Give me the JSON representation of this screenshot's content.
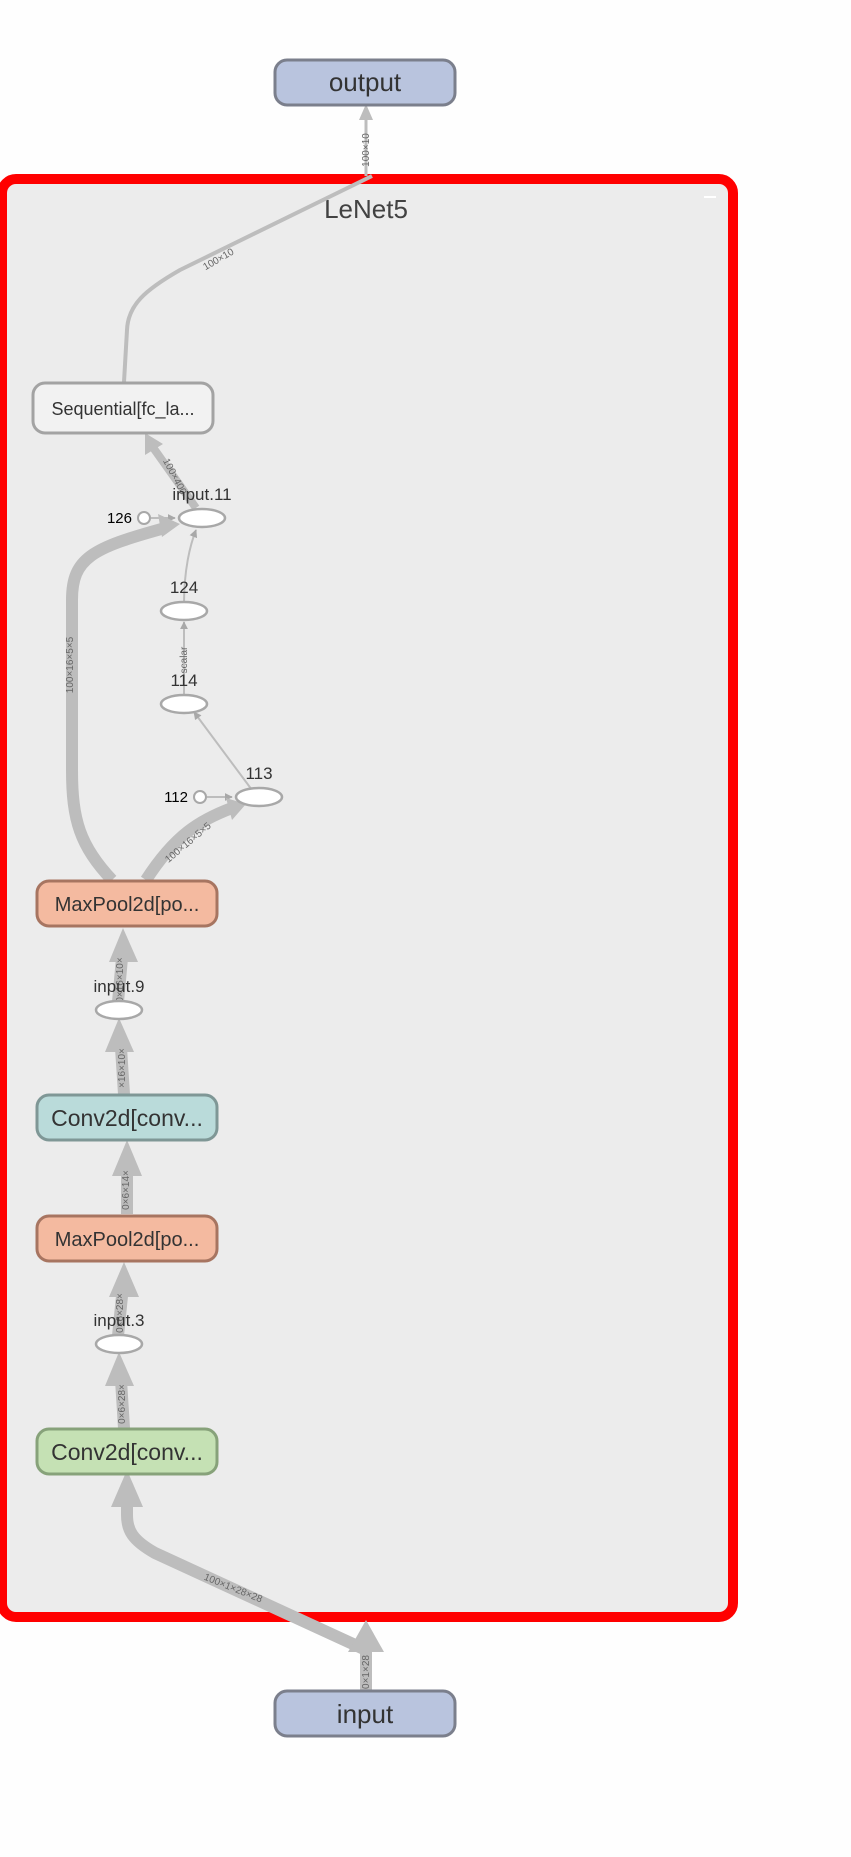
{
  "graph": {
    "scope_title": "LeNet5",
    "nodes": {
      "output": "output",
      "input": "input",
      "sequential": "Sequential[fc_la...",
      "maxpool_2": "MaxPool2d[po...",
      "conv_2": "Conv2d[conv...",
      "maxpool_1": "MaxPool2d[po...",
      "conv_1": "Conv2d[conv..."
    },
    "ops": {
      "input_11": "input.11",
      "n124": "124",
      "n114": "114",
      "n113": "113",
      "input_9": "input.9",
      "input_3": "input.3"
    },
    "constants": {
      "c126": "126",
      "c112": "112"
    },
    "edge_labels": {
      "to_output": "100×10",
      "seq_out": "100×10",
      "to_seq": "100×400",
      "skip": "100×16×5×5",
      "pool_to_113": "100×16×5×5",
      "scalar": "scalar",
      "pool2_in": "0×16×10×",
      "conv2_out": "×16×10×",
      "conv2_in": "0×6×14×",
      "pool1_in": "0×6×28×",
      "conv1_out": "0×6×28×",
      "conv1_in": "100×1×28×28",
      "input_out": "0×1×28"
    },
    "colors": {
      "scope_border": "#ff0000",
      "scope_fill": "#ececec",
      "io_fill": "#b9c4de",
      "io_stroke": "#7b7f8c",
      "maxpool_fill": "#f4baa0",
      "maxpool_stroke": "#a77561",
      "conv2_fill": "#badbda",
      "conv2_stroke": "#7f9796",
      "conv1_fill": "#c5e1b4",
      "conv1_stroke": "#87a27a",
      "sequential_fill": "#f2f2f2",
      "sequential_stroke": "#a3a3a3",
      "edge": "#bdbdbd"
    }
  }
}
